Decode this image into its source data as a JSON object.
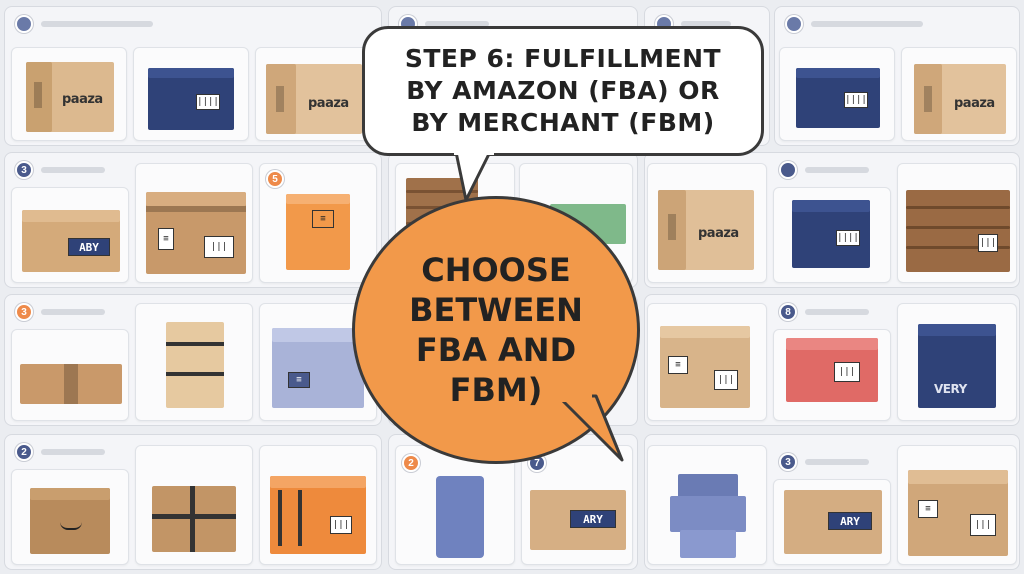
{
  "headline": {
    "line1": "STEP  6:  FULFILLMENT",
    "line2": "BY AMAZON (FBA) OR",
    "line3": "BY MERCHANT  (FBM)"
  },
  "callout": {
    "line1": "CHOOSE",
    "line2": "BETWEEN",
    "line3": "FBA AND",
    "line4": "FBM)"
  },
  "badges": {
    "r2c1": "3",
    "r2c3": "5",
    "r3c1": "3",
    "r3c7": "8",
    "r4c1": "2",
    "r4c4": "2",
    "r4c5": "7",
    "r4c7": "3"
  },
  "box_labels": {
    "paaza": "paaza",
    "aby": "ABY",
    "ary": "ARY",
    "very": "VERY"
  },
  "colors": {
    "kraft": "#d9b48a",
    "kraft_dark": "#b88b5c",
    "navy": "#2f4278",
    "orange": "#f2994a",
    "red": "#e06a66",
    "lavender": "#a9b3d8"
  }
}
